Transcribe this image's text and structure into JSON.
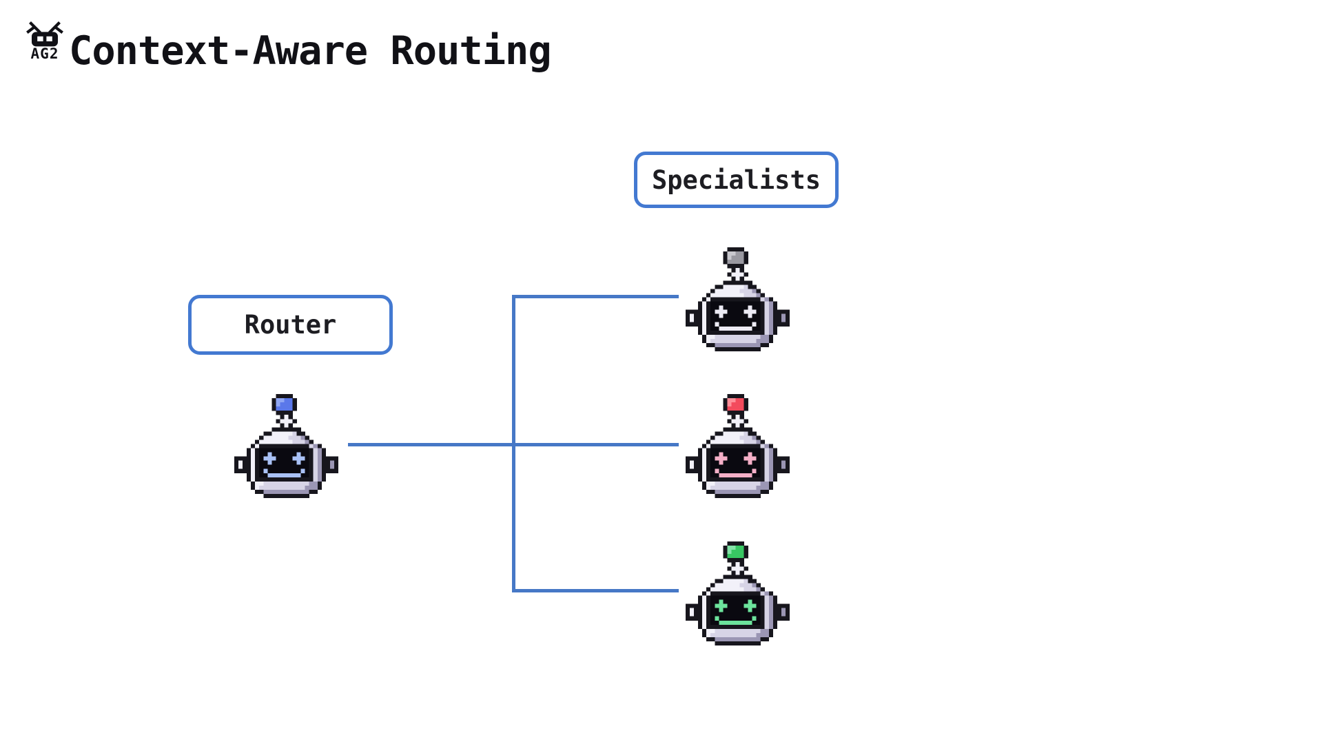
{
  "title": "Context-Aware Routing",
  "logo": {
    "brand": "AG2"
  },
  "diagram": {
    "connector_color": "#4678C6",
    "box_border_color": "#4379D1",
    "router": {
      "label": "Router",
      "robot": {
        "name": "router-robot",
        "antenna_color": "#5B78EA",
        "antenna_highlight": "#90A7F4",
        "face_accent": "#A9C1F6"
      }
    },
    "specialists": {
      "label": "Specialists",
      "robots": [
        {
          "name": "specialist-robot-gray",
          "antenna_color": "#9A99A1",
          "antenna_highlight": "#C9C8CE",
          "face_accent": "#ECEAF4"
        },
        {
          "name": "specialist-robot-red",
          "antenna_color": "#F34B5D",
          "antenna_highlight": "#FF8F99",
          "face_accent": "#F4AFC7"
        },
        {
          "name": "specialist-robot-green",
          "antenna_color": "#38C763",
          "antenna_highlight": "#83E3A7",
          "face_accent": "#6CE39C"
        }
      ]
    },
    "edges": [
      {
        "from": "router",
        "to": "specialist-1"
      },
      {
        "from": "router",
        "to": "specialist-2"
      },
      {
        "from": "router",
        "to": "specialist-3"
      }
    ]
  }
}
